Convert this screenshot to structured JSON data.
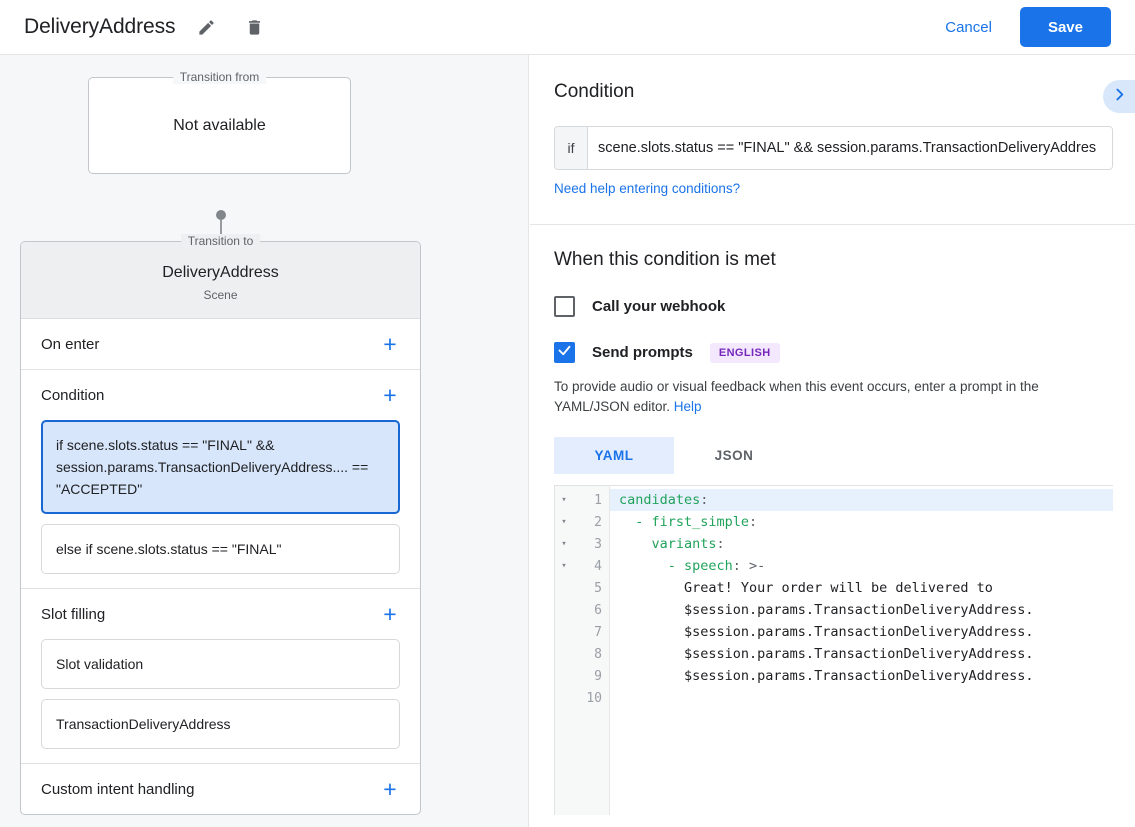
{
  "header": {
    "title": "DeliveryAddress",
    "edit_icon": "pencil-icon",
    "delete_icon": "trash-icon",
    "cancel_label": "Cancel",
    "save_label": "Save",
    "accent_color": "#1a73e8"
  },
  "left_panel": {
    "transition_from": {
      "legend": "Transition from",
      "value": "Not available"
    },
    "transition_to": {
      "legend": "Transition to",
      "title": "DeliveryAddress",
      "subtitle": "Scene"
    },
    "sections": [
      {
        "title": "On enter",
        "add_label": "+",
        "items": []
      },
      {
        "title": "Condition",
        "add_label": "+",
        "items": [
          {
            "text": "if scene.slots.status == \"FINAL\" && session.params.TransactionDeliveryAddress.... == \"ACCEPTED\"",
            "selected": true
          },
          {
            "text": "else if scene.slots.status == \"FINAL\"",
            "selected": false
          }
        ]
      },
      {
        "title": "Slot filling",
        "add_label": "+",
        "items": [
          {
            "text": "Slot validation",
            "selected": false
          },
          {
            "text": "TransactionDeliveryAddress",
            "selected": false
          }
        ]
      },
      {
        "title": "Custom intent handling",
        "add_label": "+",
        "items": []
      }
    ]
  },
  "right_panel": {
    "condition": {
      "heading": "Condition",
      "if_label": "if",
      "value": "scene.slots.status == \"FINAL\" && session.params.TransactionDeliveryAddres",
      "help_link": "Need help entering conditions?"
    },
    "expand_icon": "chevron-right-icon",
    "when_met": {
      "heading": "When this condition is met",
      "webhook": {
        "label": "Call your webhook",
        "checked": false
      },
      "send_prompts": {
        "label": "Send prompts",
        "checked": true,
        "badge": "ENGLISH",
        "badge_bg": "#f3e8fd",
        "badge_color": "#7627bb"
      },
      "description": "To provide audio or visual feedback when this event occurs, enter a prompt in the YAML/JSON editor. ",
      "help_label": "Help"
    },
    "editor": {
      "tabs": [
        {
          "label": "YAML",
          "active": true
        },
        {
          "label": "JSON",
          "active": false
        }
      ],
      "lines": [
        {
          "n": "1",
          "fold": true,
          "highlight": true,
          "indent": 0,
          "key": "candidates",
          "rest": ":"
        },
        {
          "n": "2",
          "fold": true,
          "highlight": false,
          "indent": 2,
          "key": "- first_simple",
          "rest": ":"
        },
        {
          "n": "3",
          "fold": true,
          "highlight": false,
          "indent": 4,
          "key": "variants",
          "rest": ":"
        },
        {
          "n": "4",
          "fold": true,
          "highlight": false,
          "indent": 6,
          "key": "- speech",
          "rest": ": >-"
        },
        {
          "n": "5",
          "fold": false,
          "highlight": false,
          "indent": 8,
          "key": "",
          "rest": "Great! Your order will be delivered to"
        },
        {
          "n": "6",
          "fold": false,
          "highlight": false,
          "indent": 8,
          "key": "",
          "rest": "$session.params.TransactionDeliveryAddress."
        },
        {
          "n": "7",
          "fold": false,
          "highlight": false,
          "indent": 8,
          "key": "",
          "rest": "$session.params.TransactionDeliveryAddress."
        },
        {
          "n": "8",
          "fold": false,
          "highlight": false,
          "indent": 8,
          "key": "",
          "rest": "$session.params.TransactionDeliveryAddress."
        },
        {
          "n": "9",
          "fold": false,
          "highlight": false,
          "indent": 8,
          "key": "",
          "rest": "$session.params.TransactionDeliveryAddress."
        },
        {
          "n": "10",
          "fold": false,
          "highlight": false,
          "indent": 0,
          "key": "",
          "rest": ""
        }
      ],
      "fold_glyph": "▾"
    }
  }
}
